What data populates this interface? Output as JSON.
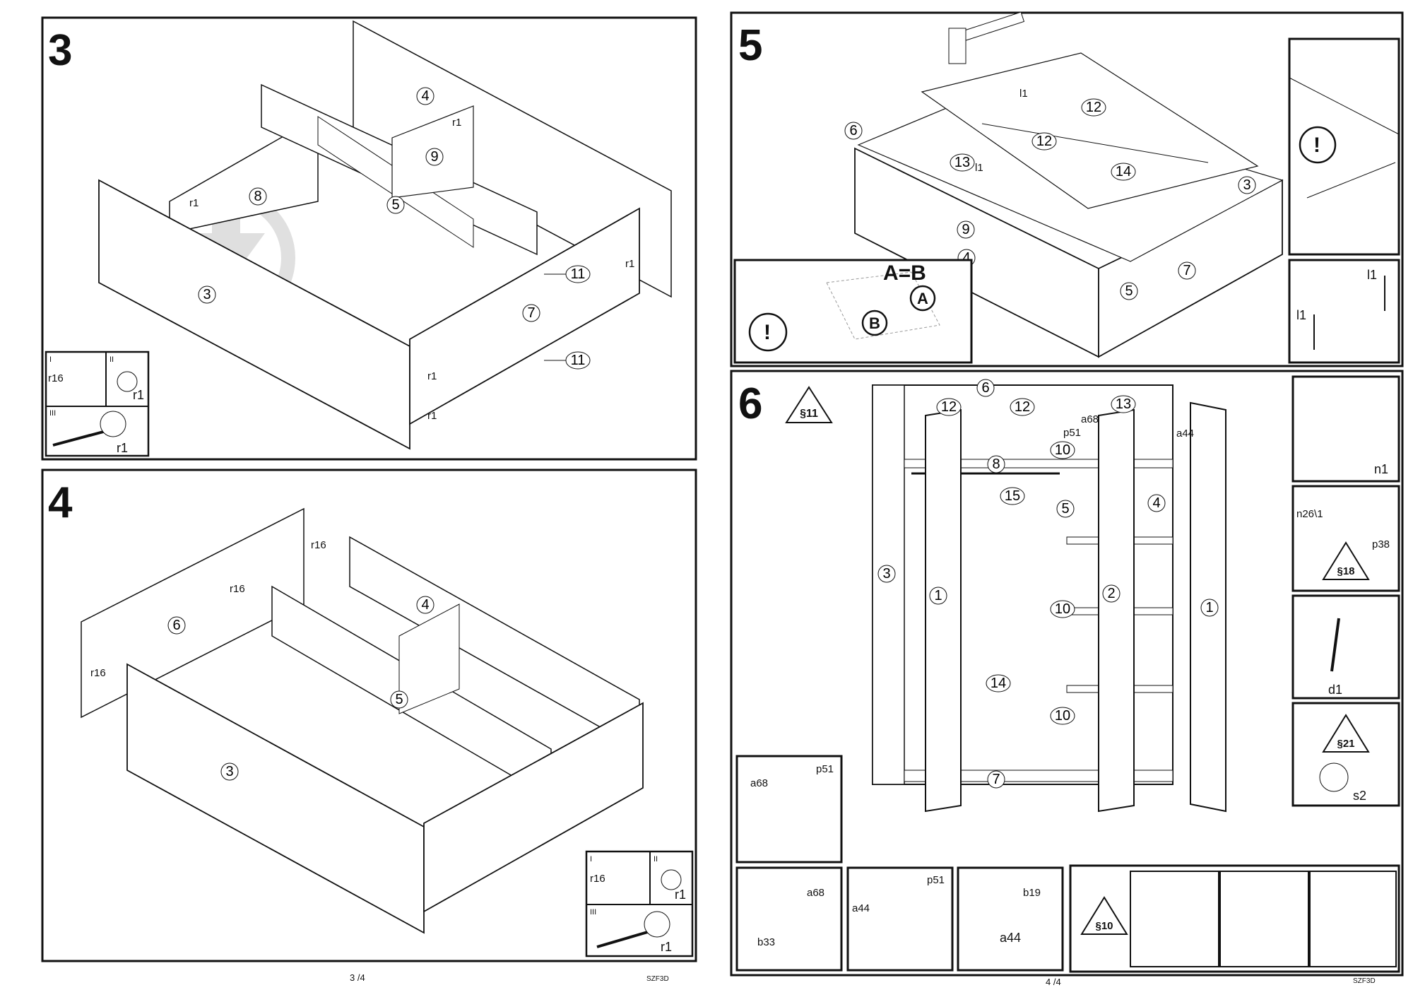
{
  "page_left": {
    "footer_page": "3 /4",
    "footer_code": "SZF3D",
    "step3": {
      "number": "3",
      "parts": [
        "4",
        "9",
        "8",
        "5",
        "3",
        "7",
        "11",
        "11"
      ],
      "labels": {
        "r1_a": "r1",
        "r1_b": "r1",
        "r1_c": "r1",
        "r1_d": "r1",
        "r1_e": "r1"
      },
      "detail": {
        "i_label": "I",
        "ii_label": "II",
        "iii_label": "III",
        "r16": "r16",
        "r1_ii": "r1",
        "r1_iii": "r1"
      }
    },
    "step4": {
      "number": "4",
      "parts": [
        "6",
        "4",
        "5",
        "3"
      ],
      "labels": {
        "r16_a": "r16",
        "r16_b": "r16",
        "r16_c": "r16"
      },
      "detail": {
        "i_label": "I",
        "ii_label": "II",
        "iii_label": "III",
        "r16": "r16",
        "r1_ii": "r1",
        "r1_iii": "r1"
      }
    }
  },
  "page_right": {
    "footer_page": "4 /4",
    "footer_code": "SZF3D",
    "step5": {
      "number": "5",
      "parts": [
        "6",
        "12",
        "12",
        "13",
        "14",
        "3",
        "9",
        "4",
        "7",
        "5"
      ],
      "labels": {
        "l1_a": "l1",
        "l1_b": "l1",
        "l1_c": "l1",
        "l1_d": "l1"
      },
      "inset": {
        "equation": "A=B",
        "a": "A",
        "b": "B"
      }
    },
    "step6": {
      "number": "6",
      "badge": "§11",
      "parts": [
        "6",
        "12",
        "12",
        "13",
        "10",
        "8",
        "15",
        "5",
        "4",
        "3",
        "1",
        "2",
        "10",
        "14",
        "1",
        "10",
        "7"
      ],
      "hardware": {
        "a68": "a68",
        "p51": "p51",
        "a44": "a44"
      },
      "side": {
        "n1": "n1",
        "n26": "n26\\1",
        "p38": "p38",
        "s18": "§18",
        "d1": "d1",
        "s21": "§21",
        "s2": "s2"
      },
      "bottom": {
        "a68": "a68",
        "p51": "p51",
        "b33": "b33",
        "a44": "a44",
        "b19": "b19",
        "s10": "§10"
      }
    }
  }
}
